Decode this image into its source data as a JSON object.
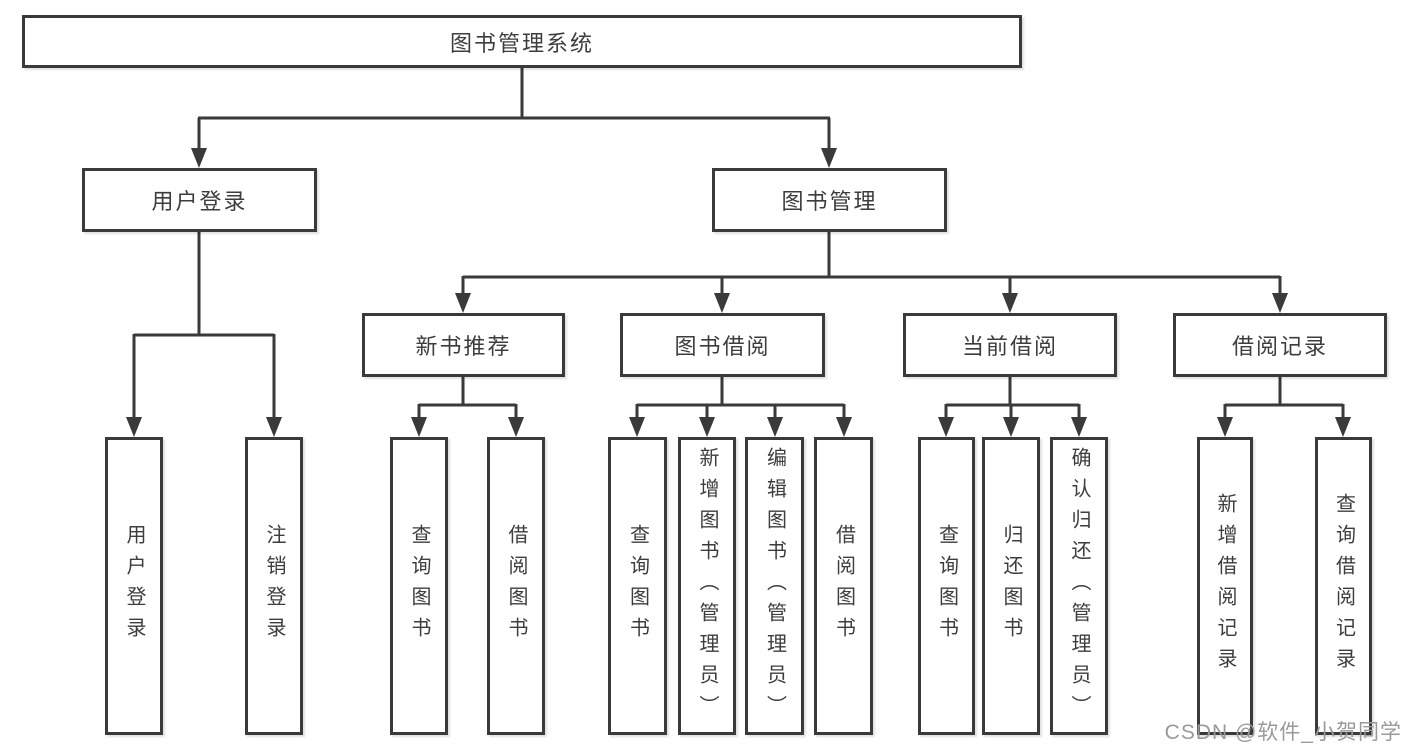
{
  "diagram": {
    "root_label": "图书管理系统",
    "user_login": {
      "label": "用户登录",
      "children": [
        "用户登录",
        "注销登录"
      ]
    },
    "book_mgmt": {
      "label": "图书管理",
      "groups": [
        {
          "label": "新书推荐",
          "children": [
            "查询图书",
            "借阅图书"
          ]
        },
        {
          "label": "图书借阅",
          "children": [
            "查询图书",
            "新增图书（管理员）",
            "编辑图书（管理员）",
            "借阅图书"
          ]
        },
        {
          "label": "当前借阅",
          "children": [
            "查询图书",
            "归还图书",
            "确认归还（管理员）"
          ]
        },
        {
          "label": "借阅记录",
          "children": [
            "新增借阅记录",
            "查询借阅记录"
          ]
        }
      ]
    }
  },
  "watermark": "CSDN @软件_小贺同学",
  "colors": {
    "line": "#3a3a3a",
    "text": "#3d3d3d",
    "background": "#ffffff",
    "watermark": "#9a9a9a"
  }
}
